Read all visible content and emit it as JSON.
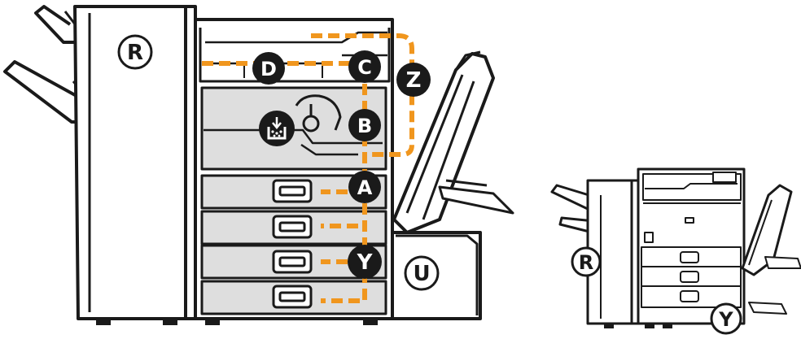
{
  "large_machine": {
    "path_labels": {
      "d": "D",
      "c": "C",
      "z": "Z",
      "b": "B",
      "a": "A",
      "y": "Y"
    },
    "finisher_label": "R",
    "paper_unit_label": "U",
    "toner_icon": "toner-icon"
  },
  "small_machine": {
    "finisher_label": "R",
    "paper_unit_label": "Y"
  },
  "colors": {
    "outline": "#1a1a1a",
    "body_fill": "#ffffff",
    "inner_fill": "#e6e6e6",
    "dark_panel": "#dedede",
    "path_orange": "#f0961e",
    "badge": "#1a1a1a",
    "badge_text": "#ffffff"
  }
}
